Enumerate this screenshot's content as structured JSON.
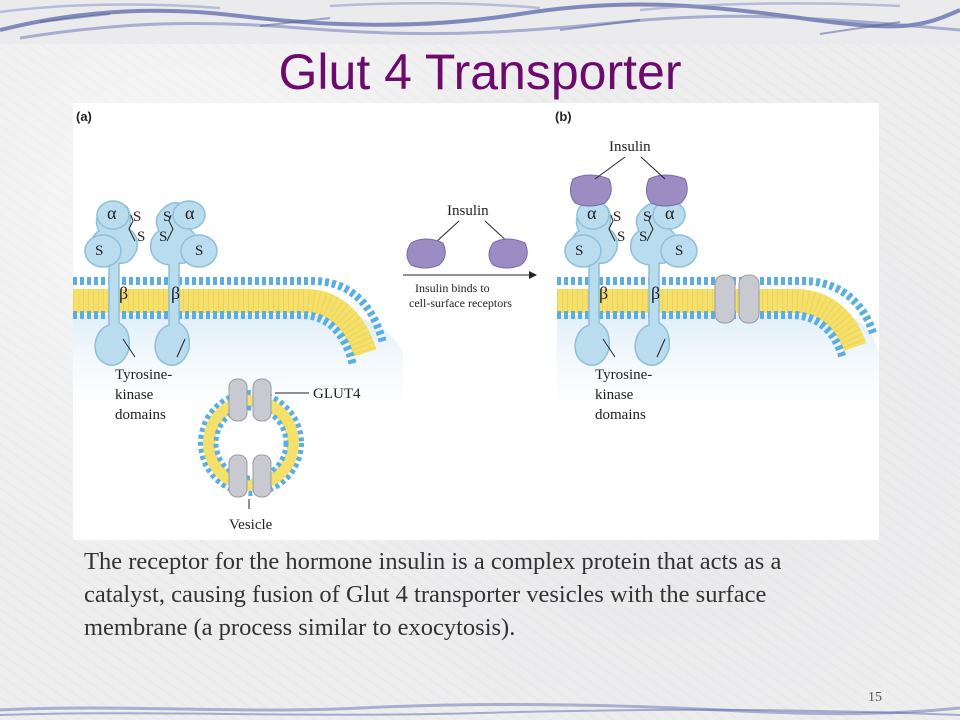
{
  "slide": {
    "title": "Glut 4 Transporter",
    "caption": "The receptor for the hormone insulin is a complex protein that acts as a catalyst, causing fusion of Glut 4 transporter vesicles with the surface membrane (a process similar to exocytosis).",
    "slide_number": "15"
  },
  "figure": {
    "panel_a": {
      "tag": "(a)",
      "alpha": "α",
      "beta": "β",
      "sulfur": "S",
      "tyrosine_label": [
        "Tyrosine-",
        "kinase",
        "domains"
      ],
      "glut4_label": "GLUT4",
      "vesicle_label": "Vesicle"
    },
    "middle": {
      "insulin_label": "Insulin",
      "arrow_caption": [
        "Insulin binds to",
        "cell-surface receptors"
      ]
    },
    "panel_b": {
      "tag": "(b)",
      "insulin_label": "Insulin",
      "tyrosine_label": [
        "Tyrosine-",
        "kinase",
        "domains"
      ]
    }
  },
  "colors": {
    "title": "#6d0a6d",
    "receptor": "#b9dcef",
    "receptor_edge": "#8fbfd9",
    "membrane_head": "#5aaee0",
    "membrane_tail": "#f4e06a",
    "insulin": "#9b8cc4",
    "glut4": "#c9c9d1"
  }
}
